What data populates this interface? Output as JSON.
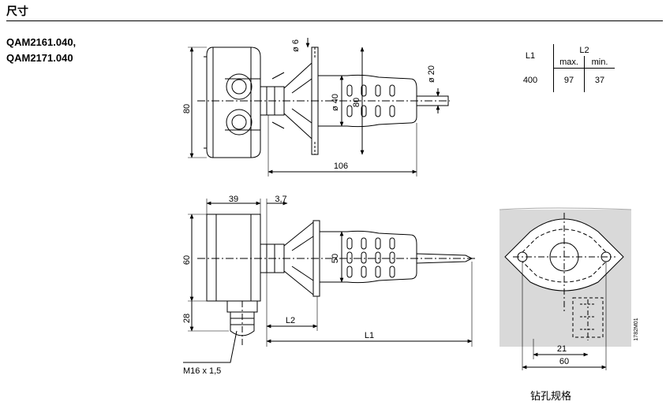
{
  "header": {
    "title": "尺寸"
  },
  "models": [
    "QAM2161.040,",
    "QAM2171.040"
  ],
  "dim_table": {
    "col_l1": "L1",
    "col_l2": "L2",
    "sub_max": "max.",
    "sub_min": "min.",
    "row": {
      "l1": "400",
      "l2_max": "97",
      "l2_min": "37"
    }
  },
  "top_view": {
    "dim_6": "ø 6",
    "dim_20": "ø 20",
    "dim_40": "ø 40",
    "dim_80_left": "80",
    "dim_80_flange": "80",
    "dim_106": "106"
  },
  "side_view": {
    "dim_39": "39",
    "dim_3_7": "3,7",
    "dim_60": "60",
    "dim_28": "28",
    "dim_50": "50",
    "dim_l2": "L2",
    "dim_l1": "L1",
    "thread": "M16 x 1,5"
  },
  "drill_pattern": {
    "dim_21": "21",
    "dim_60": "60",
    "drawing_code": "1782M01",
    "caption": "钻孔规格"
  }
}
